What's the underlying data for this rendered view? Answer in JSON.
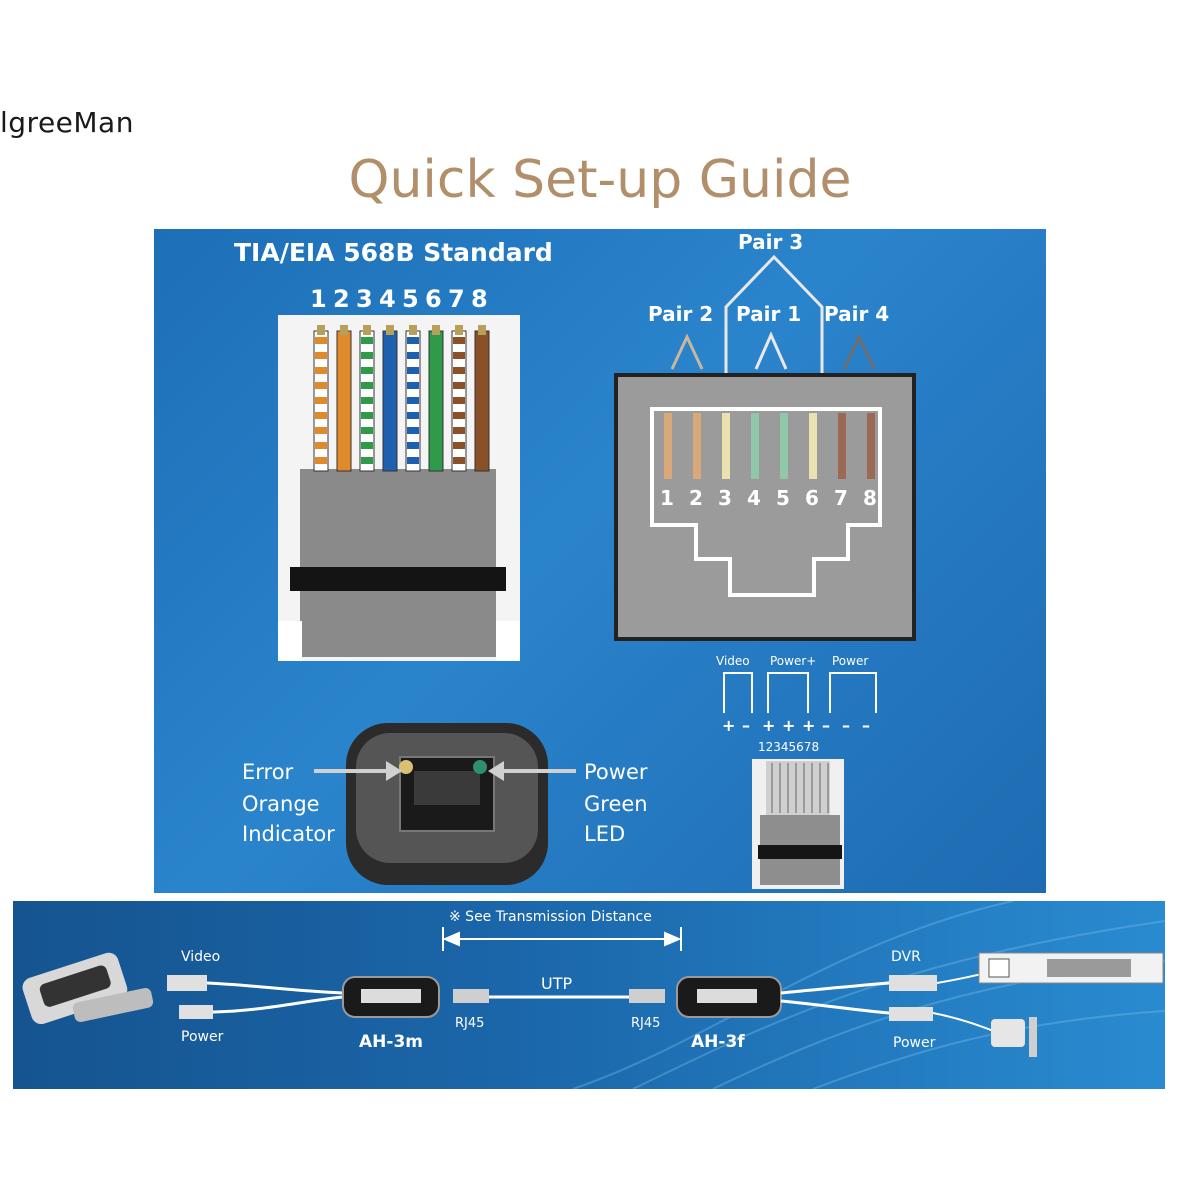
{
  "brand": "lgreeMan",
  "title": "Quick Set-up Guide",
  "standard_title": "TIA/EIA 568B Standard",
  "pin_numbers": [
    "1",
    "2",
    "3",
    "4",
    "5",
    "6",
    "7",
    "8"
  ],
  "plug_wire_colors": [
    "#ffffff",
    "#e08a2c",
    "#ffffff",
    "#1f5fb0",
    "#ffffff",
    "#2f9a4a",
    "#ffffff",
    "#8a5028"
  ],
  "plug_stripe_colors": [
    "#e08a2c",
    "#e08a2c",
    "#2f9a4a",
    "#1f5fb0",
    "#1f5fb0",
    "#2f9a4a",
    "#8a5028",
    "#8a5028"
  ],
  "pairs": {
    "pair3": "Pair 3",
    "pair2": "Pair 2",
    "pair1": "Pair 1",
    "pair4": "Pair 4"
  },
  "jack_wire_colors": [
    "#d9a97a",
    "#d9a97a",
    "#e9e2b0",
    "#8fc8a8",
    "#8fc8a8",
    "#e9e2b0",
    "#9a6a55",
    "#9a6a55"
  ],
  "signal_labels": {
    "video": "Video",
    "power_plus": "Power+",
    "power": "Power"
  },
  "polarity": [
    "+",
    "–",
    "+",
    "+",
    "+",
    "–",
    "–",
    "–"
  ],
  "small_pins": "12345678",
  "led_left": [
    "Error",
    "Orange",
    "Indicator"
  ],
  "led_right": [
    "Power",
    "Green",
    "LED"
  ],
  "transmission": {
    "distance_note": "※ See Transmission Distance",
    "camera_video": "Video",
    "camera_power": "Power",
    "transmitter": "AH-3m",
    "rj45_left": "RJ45",
    "utp": "UTP",
    "rj45_right": "RJ45",
    "receiver": "AH-3f",
    "dvr": "DVR",
    "dvr_power": "Power"
  },
  "colors": {
    "panel": "#1f72b8",
    "title": "#b18f6a",
    "jack": "#9a9a9a",
    "plug": "#8e8e8e"
  }
}
